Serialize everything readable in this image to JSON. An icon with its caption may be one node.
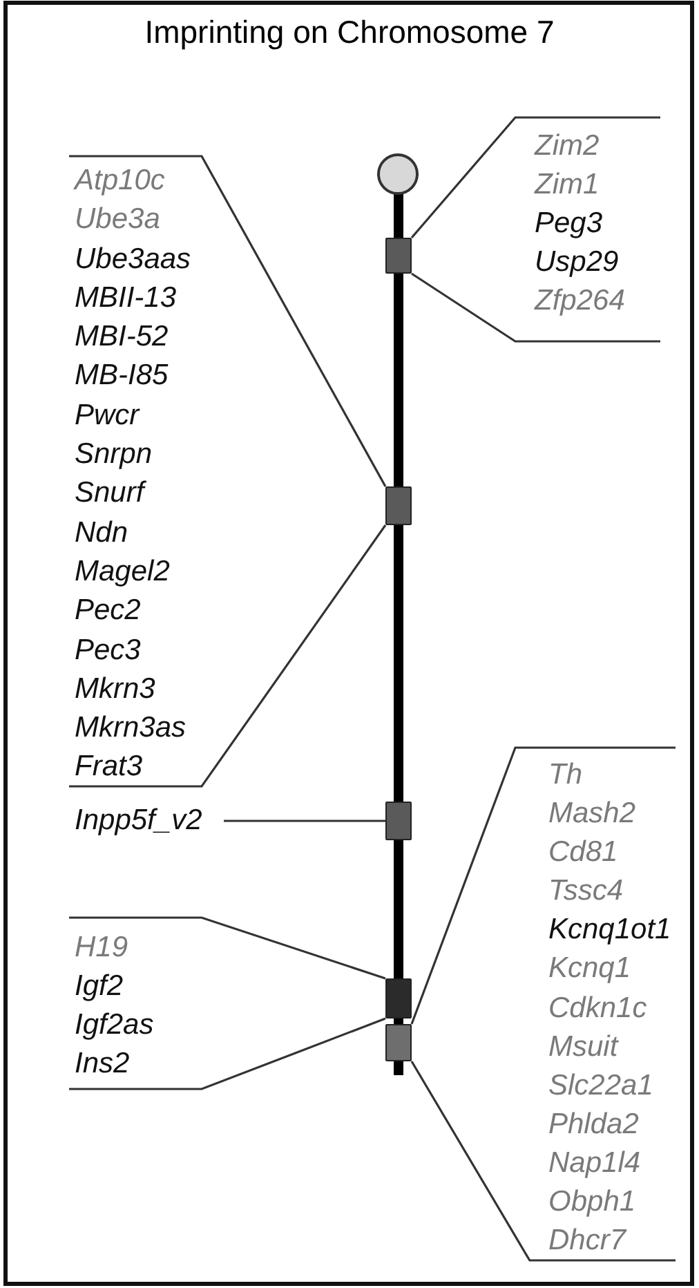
{
  "diagram": {
    "title": "Imprinting on Chromosome 7",
    "nodes": [
      {
        "text": [],
        "shape": "circle"
      },
      {
        "text": [],
        "shape": "box"
      },
      {
        "text": [],
        "shape": "box"
      },
      {
        "text": [],
        "shape": "box"
      },
      {
        "text": [],
        "shape": "box"
      },
      {
        "text": [],
        "shape": "box"
      },
      {
        "text": [
          "Zim2",
          "Zim1",
          "Peg3",
          "Usp29",
          "Zfp264"
        ]
      },
      {
        "text": [
          "Atp10c",
          "Ube3a",
          "Ube3aas",
          "MBII-13",
          "MBI-52",
          "MB-I85",
          "Pwcr",
          "Snrpn",
          "Snurf",
          "Ndn",
          "Magel2",
          "Pec2",
          "Pec3",
          "Mkrn3",
          "Mkrn3as",
          "Frat3"
        ]
      },
      {
        "text": [
          "Inpp5f_v2"
        ]
      },
      {
        "text": [
          "H19",
          "Igf2",
          "Igf2as",
          "Ins2"
        ]
      },
      {
        "text": [
          "Th",
          "Mash2",
          "Cd81",
          "Tssc4",
          "Kcnq1ot1",
          "Kcnq1",
          "Cdkn1c",
          "Msuit",
          "Slc22a1",
          "Phlda2",
          "Nap1l4",
          "Obph1",
          "Dhcr7"
        ]
      }
    ],
    "edges": [
      {
        "from": 6,
        "to": 1,
        "arrow": "none"
      },
      {
        "from": 6,
        "to": 1,
        "arrow": "none"
      },
      {
        "from": 7,
        "to": 2,
        "arrow": "none"
      },
      {
        "from": 7,
        "to": 2,
        "arrow": "none"
      },
      {
        "from": 8,
        "to": 3,
        "arrow": "none"
      },
      {
        "from": 9,
        "to": 4,
        "arrow": "none"
      },
      {
        "from": 9,
        "to": 4,
        "arrow": "none"
      },
      {
        "from": 10,
        "to": 5,
        "arrow": "none"
      },
      {
        "from": 10,
        "to": 5,
        "arrow": "none"
      }
    ]
  }
}
